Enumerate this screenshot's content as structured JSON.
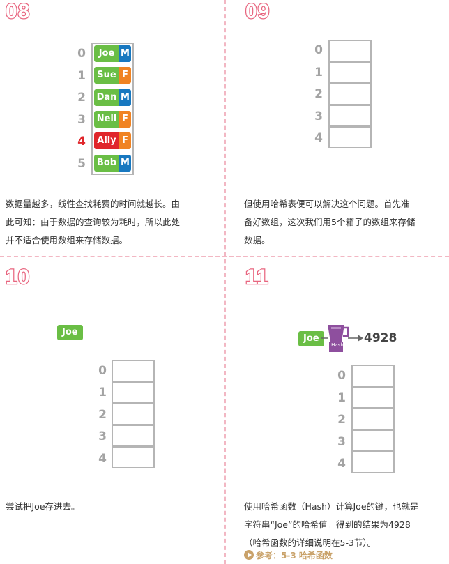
{
  "steps": {
    "s08": "08",
    "s09": "09",
    "s10": "10",
    "s11": "11"
  },
  "panel08": {
    "rows": [
      {
        "index": "0",
        "name": "Joe",
        "sex": "M"
      },
      {
        "index": "1",
        "name": "Sue",
        "sex": "F"
      },
      {
        "index": "2",
        "name": "Dan",
        "sex": "M"
      },
      {
        "index": "3",
        "name": "Nell",
        "sex": "F"
      },
      {
        "index": "4",
        "name": "Ally",
        "sex": "F"
      },
      {
        "index": "5",
        "name": "Bob",
        "sex": "M"
      }
    ],
    "desc": [
      "数据量越多，线性查找耗费的时间就越长。由",
      "此可知：由于数据的查询较为耗时，所以此处",
      "并不适合使用数组来存储数据。"
    ]
  },
  "panel09": {
    "indices": [
      "0",
      "1",
      "2",
      "3",
      "4"
    ],
    "desc": [
      "但使用哈希表便可以解决这个问题。首先准",
      "备好数组，这次我们用5个箱子的数组来存储",
      "数据。"
    ]
  },
  "panel10": {
    "key": "Joe",
    "indices": [
      "0",
      "1",
      "2",
      "3",
      "4"
    ],
    "desc": [
      "尝试把Joe存进去。"
    ]
  },
  "panel11": {
    "key": "Joe",
    "hash_label": "Hash",
    "hash_value": "4928",
    "indices": [
      "0",
      "1",
      "2",
      "3",
      "4"
    ],
    "desc": [
      "使用哈希函数（Hash）计算Joe的键，也就是",
      "字符串“Joe”的哈希值。得到的结果为4928",
      "（哈希函数的详细说明在5-3节）。"
    ],
    "ref": "参考：5-3 哈希函数"
  },
  "colors": {
    "green": "#6abe45",
    "red": "#e0262b",
    "blue": "#1878c0",
    "orange": "#f08322",
    "purple": "#8e4f9e",
    "accent": "#e8657f"
  }
}
